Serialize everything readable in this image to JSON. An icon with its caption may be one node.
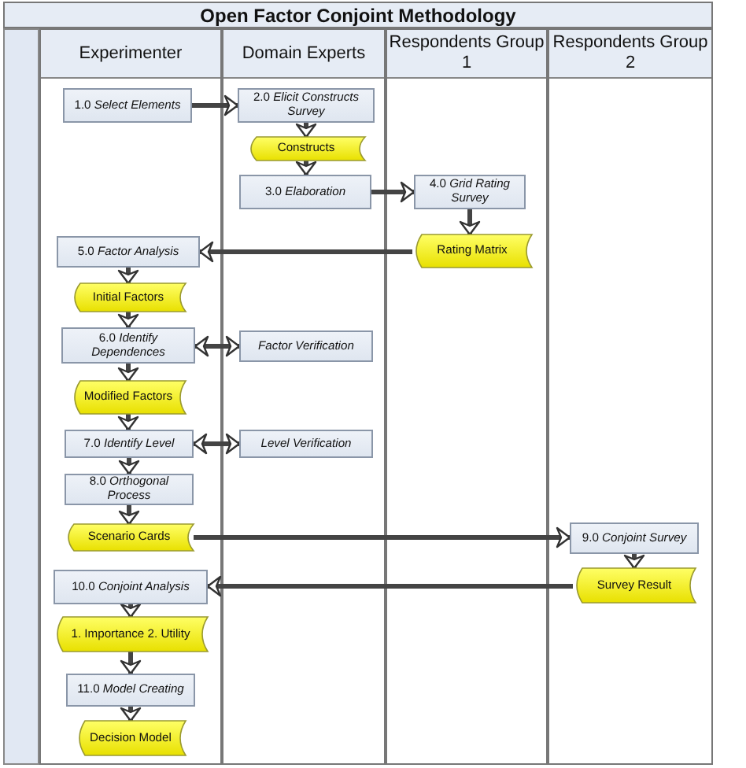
{
  "diagram": {
    "title": "Open Factor Conjoint Methodology",
    "nodes": [
      {
        "text": [
          "Experimenter"
        ]
      },
      {
        "text": [
          "Domain Experts"
        ]
      },
      {
        "text": [
          "Respondents Group 1"
        ]
      },
      {
        "text": [
          "Respondents Group 2"
        ]
      },
      {
        "text": [
          "1.0 *Select Elements*"
        ],
        "in": 0
      },
      {
        "text": [
          "2.0 *Elicit Constructs Survey*"
        ],
        "in": 1
      },
      {
        "text": [
          "Constructs"
        ],
        "in": 1
      },
      {
        "text": [
          "3.0 *Elaboration*"
        ],
        "in": 1
      },
      {
        "text": [
          "4.0 *Grid Rating Survey*"
        ],
        "in": 2
      },
      {
        "text": [
          "Rating Matrix"
        ],
        "in": 2
      },
      {
        "text": [
          "5.0 *Factor Analysis*"
        ],
        "in": 0
      },
      {
        "text": [
          "Initial Factors"
        ],
        "in": 0
      },
      {
        "text": [
          "6.0 *Identify Dependences*"
        ],
        "in": 0
      },
      {
        "text": [
          "Factor Verification"
        ],
        "in": 1
      },
      {
        "text": [
          "Modified Factors"
        ],
        "in": 0
      },
      {
        "text": [
          "7.0 *Identify Level*"
        ],
        "in": 0
      },
      {
        "text": [
          "Level Verification"
        ],
        "in": 1
      },
      {
        "text": [
          "8.0 *Orthogonal Process*"
        ],
        "in": 0
      },
      {
        "text": [
          "Scenario Cards"
        ],
        "in": 0
      },
      {
        "text": [
          "9.0 *Conjoint Survey*"
        ],
        "in": 3
      },
      {
        "text": [
          "Survey Result"
        ],
        "in": 3
      },
      {
        "text": [
          "10.0 *Conjoint Analysis*"
        ],
        "in": 0
      },
      {
        "text": [
          "1. Importance 2. Utility"
        ],
        "in": 0
      },
      {
        "text": [
          "11.0 *Model Creating*"
        ],
        "in": 0
      },
      {
        "text": [
          "Decision Model"
        ],
        "in": 0
      }
    ],
    "edges": [
      {
        "from": 4,
        "to": 5,
        "arrow": "to"
      },
      {
        "from": 5,
        "to": 6,
        "arrow": "to"
      },
      {
        "from": 6,
        "to": 7,
        "arrow": "to"
      },
      {
        "from": 7,
        "to": 8,
        "arrow": "to"
      },
      {
        "from": 8,
        "to": 9,
        "arrow": "to"
      },
      {
        "from": 9,
        "to": 10,
        "arrow": "to"
      },
      {
        "from": 10,
        "to": 11,
        "arrow": "to"
      },
      {
        "from": 11,
        "to": 12,
        "arrow": "to"
      },
      {
        "from": 12,
        "to": 13,
        "arrow": "both"
      },
      {
        "from": 12,
        "to": 14,
        "arrow": "to"
      },
      {
        "from": 14,
        "to": 15,
        "arrow": "to"
      },
      {
        "from": 15,
        "to": 16,
        "arrow": "both"
      },
      {
        "from": 15,
        "to": 17,
        "arrow": "to"
      },
      {
        "from": 17,
        "to": 18,
        "arrow": "to"
      },
      {
        "from": 18,
        "to": 19,
        "arrow": "to"
      },
      {
        "from": 19,
        "to": 20,
        "arrow": "to"
      },
      {
        "from": 20,
        "to": 21,
        "arrow": "to"
      },
      {
        "from": 21,
        "to": 22,
        "arrow": "to"
      },
      {
        "from": 22,
        "to": 23,
        "arrow": "to"
      },
      {
        "from": 23,
        "to": 24,
        "arrow": "to"
      }
    ]
  }
}
